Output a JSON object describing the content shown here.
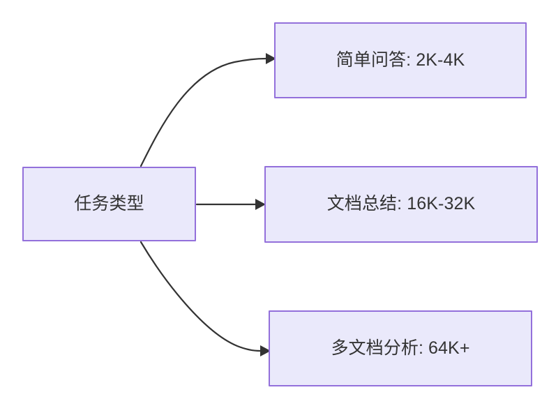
{
  "diagram": {
    "title": "任务类型",
    "type": "flowchart",
    "direction": "left-to-right",
    "background_color": "#ffffff",
    "node_fill_color": "#eae9fb",
    "node_border_color": "#9370db",
    "node_text_color": "#333333",
    "edge_color": "#333333",
    "nodes": [
      {
        "id": "root",
        "label": "任务类型",
        "role": "root"
      },
      {
        "id": "simple-qa",
        "label": "简单问答: 2K-4K",
        "role": "leaf"
      },
      {
        "id": "doc-summary",
        "label": "文档总结: 16K-32K",
        "role": "leaf"
      },
      {
        "id": "multidoc",
        "label": "多文档分析: 64K+",
        "role": "leaf"
      }
    ],
    "edges": [
      {
        "id": "root-to-simple-qa",
        "from": "任务类型",
        "to": "简单问答: 2K-4K",
        "label": "",
        "style": "curved"
      },
      {
        "id": "root-to-doc-summary",
        "from": "任务类型",
        "to": "文档总结: 16K-32K",
        "label": "",
        "style": "straight"
      },
      {
        "id": "root-to-multidoc",
        "from": "任务类型",
        "to": "多文档分析: 64K+",
        "label": "",
        "style": "curved"
      }
    ]
  }
}
